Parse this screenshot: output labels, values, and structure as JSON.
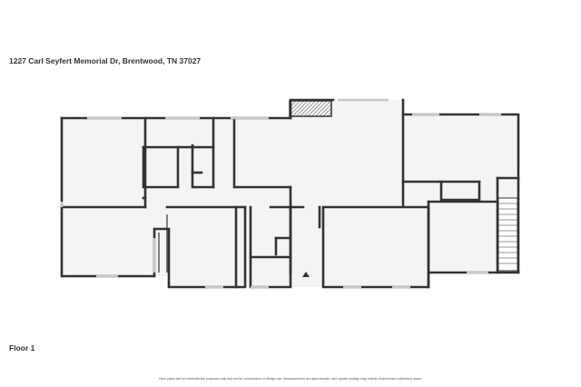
{
  "address": "1227 Carl Seyfert Memorial Dr, Brentwood, TN 37027",
  "floor_label": "Floor 1",
  "disclaimer": "Floor plans are for informational purposes only and not for construction or design use. Measurements are approximate, and square footage may include finished and unfinished areas.",
  "colors": {
    "wall": "#333333",
    "floor_fill": "#f4f4f4",
    "window": "#c8c8c8",
    "text": "#333333"
  },
  "icons": [
    "entry-arrow-icon",
    "stairs-icon",
    "chimney-hatch-icon"
  ]
}
